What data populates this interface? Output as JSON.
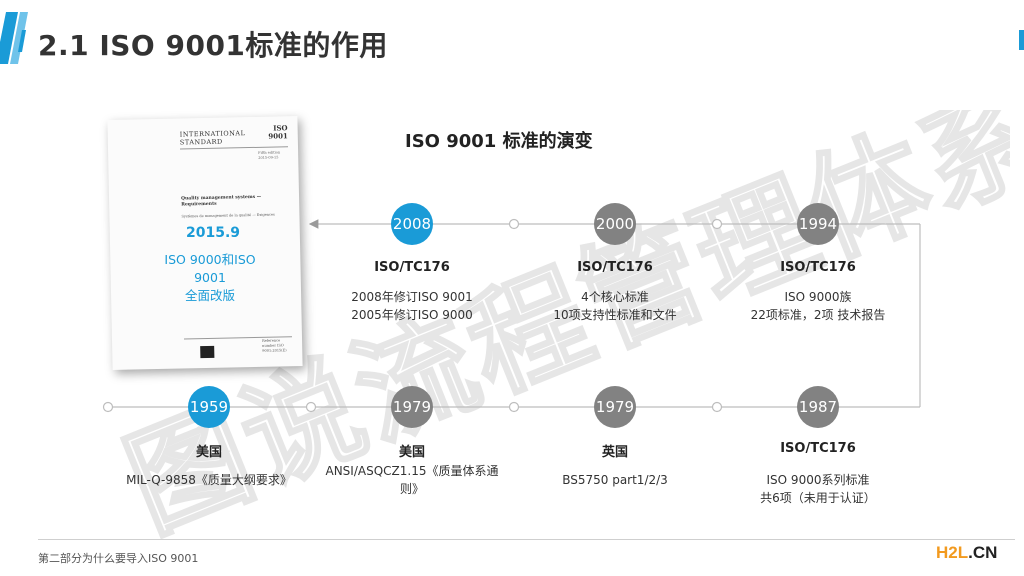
{
  "header": {
    "title": "2.1  ISO 9001标准的作用"
  },
  "book": {
    "line_intl": "INTERNATIONAL STANDARD",
    "line_iso": "ISO 9001",
    "line_edition": "Fifth edition 2015-09-15",
    "line_title": "Quality management systems — Requirements",
    "line_subtitle": "Systèmes de management de la qualité — Exigences",
    "line_ref": "Reference number ISO 9001:2015(E)",
    "year": "2015.9",
    "note_line1": "ISO 9000和ISO 9001",
    "note_line2": "全面改版"
  },
  "chart": {
    "title": "ISO 9001 标准的演变"
  },
  "timeline_top": [
    {
      "year": "2008",
      "active": true,
      "org": "ISO/TC176",
      "desc1": "2008年修订ISO 9001",
      "desc2": "2005年修订ISO 9000"
    },
    {
      "year": "2000",
      "active": false,
      "org": "ISO/TC176",
      "desc1": "4个核心标准",
      "desc2": "10项支持性标准和文件"
    },
    {
      "year": "1994",
      "active": false,
      "org": "ISO/TC176",
      "desc1": "ISO 9000族",
      "desc2": "22项标准，2项 技术报告"
    }
  ],
  "timeline_bottom": [
    {
      "year": "1959",
      "active": true,
      "org": "美国",
      "desc1": "MIL-Q-9858《质量大纲要求》",
      "desc2": ""
    },
    {
      "year": "1979",
      "active": false,
      "org": "美国",
      "desc1": "ANSI/ASQCZ1.15《质量体系通",
      "desc2": "则》"
    },
    {
      "year": "1979",
      "active": false,
      "org": "英国",
      "desc1": "BS5750 part1/2/3",
      "desc2": ""
    },
    {
      "year": "1987",
      "active": false,
      "org": "ISO/TC176",
      "desc1": "ISO 9000系列标准",
      "desc2": "共6项（未用于认证）"
    }
  ],
  "watermark": "图说流程管理体系",
  "footer": {
    "text": "第二部分为什么要导入ISO 9001",
    "logo_a": "H2L",
    "logo_b": ".CN"
  },
  "colors": {
    "accent": "#1a9bd7",
    "inactive": "#828282",
    "line": "#bdbdbd"
  }
}
